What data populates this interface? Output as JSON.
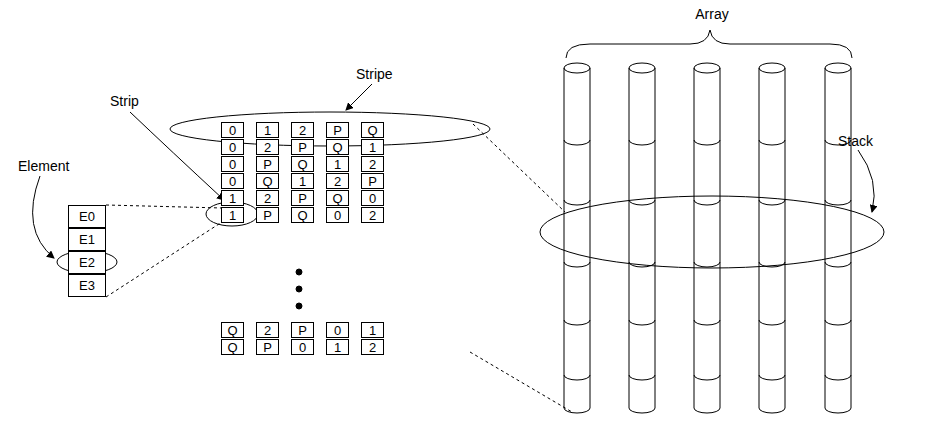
{
  "diagram": {
    "nodes": [
      {
        "text": [
          "E0"
        ]
      },
      {
        "text": [
          "E1"
        ]
      },
      {
        "text": [
          "E2"
        ]
      },
      {
        "text": [
          "E3"
        ]
      }
    ],
    "labels": [
      "Stripe",
      "Strip",
      "Element",
      "Array",
      "Stack",
      "0",
      "1",
      "2",
      "P",
      "Q",
      "0",
      "2",
      "P",
      "Q",
      "1",
      "0",
      "P",
      "Q",
      "1",
      "2",
      "0",
      "Q",
      "1",
      "2",
      "P",
      "1",
      "2",
      "P",
      "Q",
      "0",
      "1",
      "P",
      "Q",
      "0",
      "2",
      "Q",
      "2",
      "P",
      "0",
      "1",
      "Q",
      "P",
      "0",
      "1",
      "2"
    ]
  }
}
